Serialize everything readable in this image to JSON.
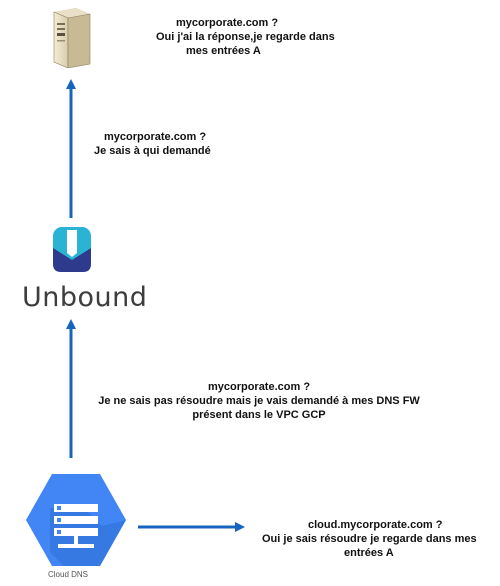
{
  "nodes": {
    "server": {
      "icon": "server-tower-icon"
    },
    "unbound": {
      "icon": "unbound-logo-icon",
      "label": "Unbound"
    },
    "cloud_dns": {
      "icon": "cloud-dns-icon",
      "label": "Cloud DNS"
    }
  },
  "annotations": {
    "server_answer": [
      "mycorporate.com ?",
      "Oui j'ai la réponse,je regarde dans",
      "mes entrées A"
    ],
    "unbound_forward": [
      "mycorporate.com ?",
      "Je sais à qui demandé"
    ],
    "clouddns_forward": [
      "mycorporate.com ?",
      "Je ne sais pas résoudre mais je vais demandé à mes DNS FW",
      "présent dans le VPC GCP"
    ],
    "clouddns_answer": [
      "cloud.mycorporate.com ?",
      "Oui je sais résoudre je regarde dans mes",
      "entrées A"
    ]
  },
  "colors": {
    "arrow": "#1565c0",
    "clouddns_blue": "#4285f4",
    "unbound_teal": "#2bb3d3",
    "unbound_navy": "#2e3a8c"
  }
}
